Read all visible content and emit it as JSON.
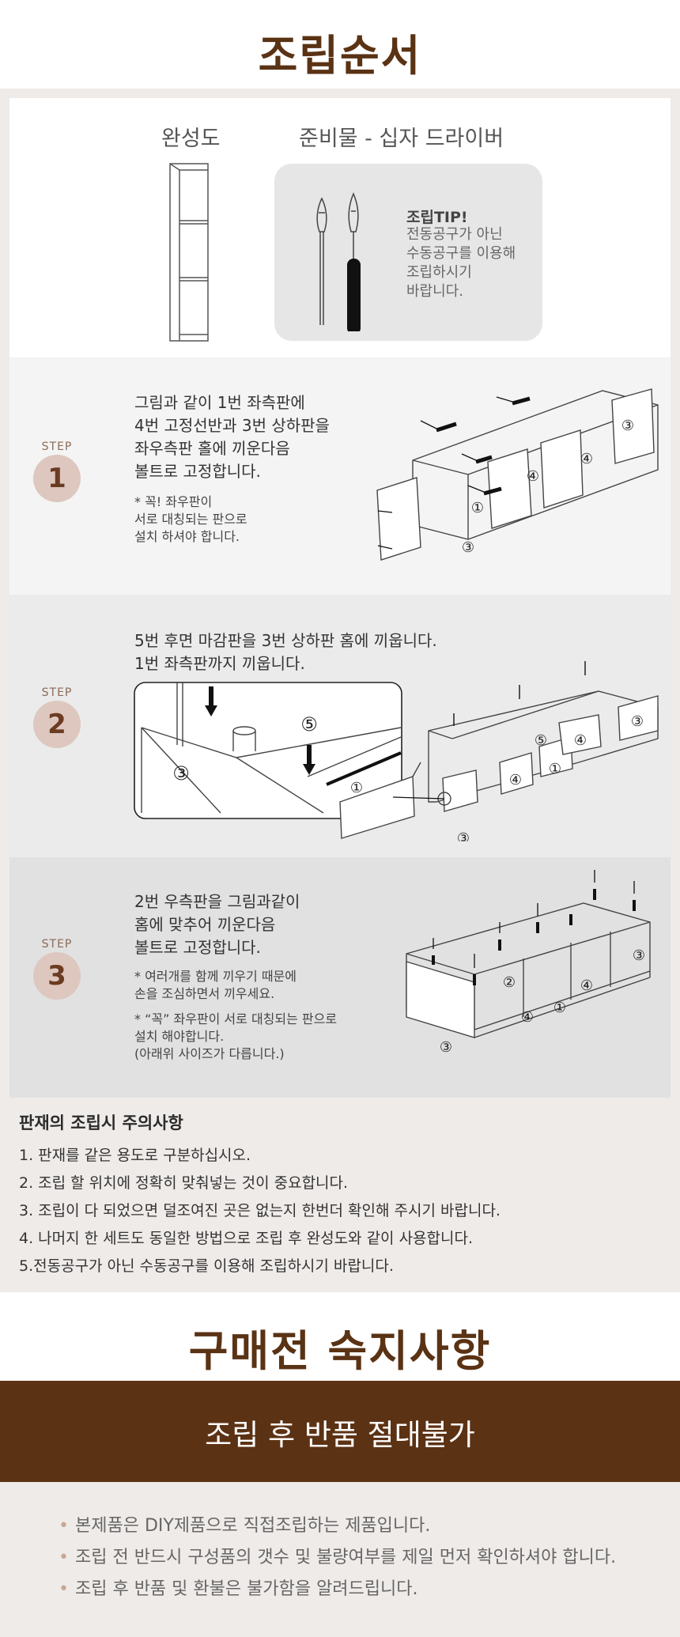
{
  "header": {
    "title": "조립순서"
  },
  "overview": {
    "finished_label": "완성도",
    "prep_label": "준비물 - 십자 드라이버",
    "tip_title": "조립TIP!",
    "tip_text": "전동공구가 아닌\n수동공구를 이용해\n조립하시기\n바랍니다."
  },
  "steps": [
    {
      "word": "STEP",
      "number": "1",
      "text": "그림과 같이 1번 좌측판에\n4번 고정선반과 3번 상하판을\n좌우측판 홀에 끼운다음\n볼트로 고정합니다.",
      "note": "* 꼭! 좌우판이\n  서로 대칭되는 판으로\n  설치 하셔야 합니다.",
      "part_labels": [
        "①",
        "③",
        "④",
        "④",
        "③"
      ]
    },
    {
      "word": "STEP",
      "number": "2",
      "text": "5번 후면 마감판을 3번 상하판 홈에 끼웁니다.\n1번 좌측판까지 끼웁니다.",
      "detail_labels": [
        "⑤",
        "③",
        "①"
      ],
      "part_labels": [
        "⑤",
        "③",
        "④",
        "④",
        "①",
        "③"
      ]
    },
    {
      "word": "STEP",
      "number": "3",
      "text": "2번 우측판을 그림과같이\n홈에 맞추어 끼운다음\n볼트로 고정합니다.",
      "note1": "* 여러개를 함께 끼우기 때문에\n  손을 조심하면서 끼우세요.",
      "note2": "* “꼭” 좌우판이 서로 대칭되는 판으로\n  설치 해야합니다.\n  (아래위 사이즈가 다릅니다.)",
      "part_labels": [
        "②",
        "④",
        "④",
        "①",
        "③",
        "③"
      ]
    }
  ],
  "cautions": {
    "title": "판재의 조립시 주의사항",
    "items": [
      "1. 판재를 같은 용도로 구분하십시오.",
      "2. 조립 할 위치에 정확히 맞춰넣는 것이 중요합니다.",
      "3. 조립이 다 되었으면 덜조여진 곳은 없는지 한번더 확인해 주시기 바랍니다.",
      "4. 나머지 한 세트도 동일한 방법으로 조립 후 완성도와 같이 사용합니다.",
      "5.전동공구가 아닌 수동공구를 이용해 조립하시기 바랍니다."
    ]
  },
  "notice": {
    "title": "구매전 숙지사항",
    "banner": "조립 후 반품 절대불가",
    "items": [
      "본제품은 DIY제품으로 직접조립하는 제품입니다.",
      "조립 전 반드시 구성품의 갯수 및 불량여부를 제일 먼저 확인하셔야 합니다.",
      "조립 후 반품 및 환불은 불가함을 알려드립니다."
    ]
  },
  "colors": {
    "brand_brown": "#5a3214",
    "banner_brown": "#5c3214",
    "badge_fill": "#ddc7bf",
    "step1_bg": "#f4f4f4",
    "step2_bg": "#ebebeb",
    "step3_bg": "#e1e1e1",
    "page_bg": "#efebe9"
  }
}
